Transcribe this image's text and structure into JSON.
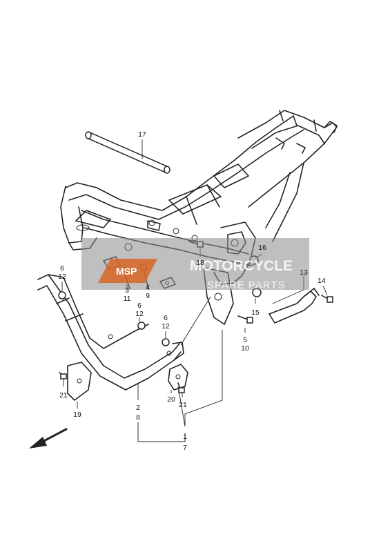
{
  "watermark": {
    "logo_text": "MSP",
    "line1": "MOTORCYCLE",
    "line2": "SPARE PARTS"
  },
  "callouts": {
    "c17": "17",
    "c16": "16",
    "c18": "18",
    "c6a": "6",
    "c12a": "12",
    "c3": "3",
    "c11": "11",
    "c4": "4",
    "c9": "9",
    "c6b": "6",
    "c12b": "12",
    "c6c": "6",
    "c12c": "12",
    "c13": "13",
    "c14": "14",
    "c15": "15",
    "c5": "5",
    "c10": "10",
    "c21a": "21",
    "c19": "19",
    "c2": "2",
    "c8": "8",
    "c20": "20",
    "c21b": "21",
    "c1": "1",
    "c7": "7"
  },
  "front_arrow_icon": "direction-arrow"
}
